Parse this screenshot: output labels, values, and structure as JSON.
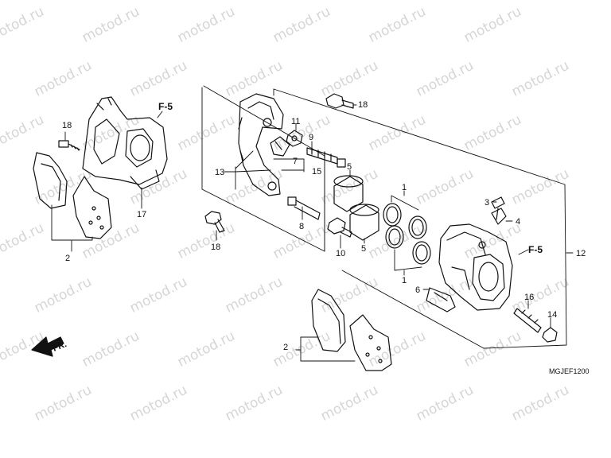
{
  "watermark": "motod.ru",
  "diagram_code": "MGJEF1200",
  "front_indicator": "FR.",
  "callouts": {
    "left_caliper": "F-5",
    "right_caliper": "F-5"
  },
  "labels": {
    "l1a": "1",
    "l1b": "1",
    "l2a": "2",
    "l2b": "2",
    "l3": "3",
    "l4": "4",
    "l5a": "5",
    "l5b": "5",
    "l6": "6",
    "l7": "7",
    "l8": "8",
    "l9": "9",
    "l10": "10",
    "l11": "11",
    "l12": "12",
    "l13": "13",
    "l14": "14",
    "l15": "15",
    "l16": "16",
    "l17": "17",
    "l18a": "18",
    "l18b": "18",
    "l18c": "18"
  }
}
